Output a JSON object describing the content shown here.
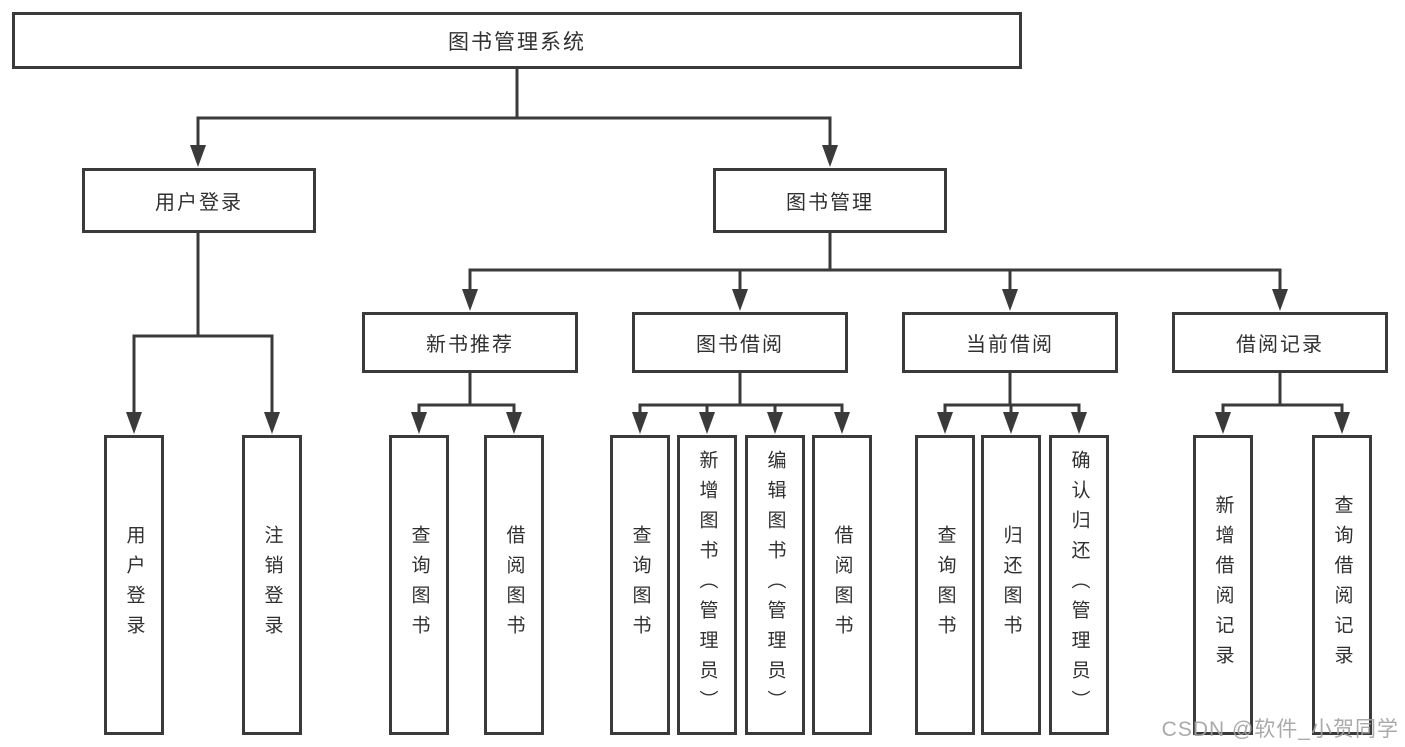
{
  "watermark": "CSDN @软件_小贺同学",
  "colors": {
    "line": "#3a3a3a",
    "text": "#303030",
    "background": "#ffffff",
    "watermark": "#a3a3a3"
  },
  "tree": {
    "root": {
      "label": "图书管理系统",
      "children": [
        {
          "label": "用户登录",
          "children": [
            {
              "label": "用户登录"
            },
            {
              "label": "注销登录"
            }
          ]
        },
        {
          "label": "图书管理",
          "children": [
            {
              "label": "新书推荐",
              "children": [
                {
                  "label": "查询图书"
                },
                {
                  "label": "借阅图书"
                }
              ]
            },
            {
              "label": "图书借阅",
              "children": [
                {
                  "label": "查询图书"
                },
                {
                  "label": "新增图书（管理员）"
                },
                {
                  "label": "编辑图书（管理员）"
                },
                {
                  "label": "借阅图书"
                }
              ]
            },
            {
              "label": "当前借阅",
              "children": [
                {
                  "label": "查询图书"
                },
                {
                  "label": "归还图书"
                },
                {
                  "label": "确认归还（管理员）"
                }
              ]
            },
            {
              "label": "借阅记录",
              "children": [
                {
                  "label": "新增借阅记录"
                },
                {
                  "label": "查询借阅记录"
                }
              ]
            }
          ]
        }
      ]
    }
  }
}
